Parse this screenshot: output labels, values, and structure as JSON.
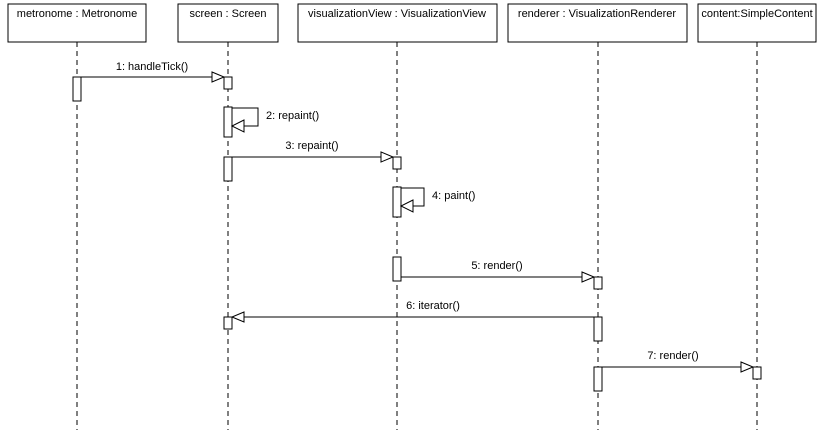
{
  "diagram": {
    "participants": [
      {
        "id": "metronome",
        "label": "metronome : Metronome"
      },
      {
        "id": "screen",
        "label": "screen : Screen"
      },
      {
        "id": "visualizationView",
        "label": "visualizationView : VisualizationView"
      },
      {
        "id": "renderer",
        "label": "renderer : VisualizationRenderer"
      },
      {
        "id": "content",
        "label": "content:SimpleContent"
      }
    ],
    "messages": [
      {
        "label": "1: handleTick()",
        "from": "metronome",
        "to": "screen"
      },
      {
        "label": "2: repaint()",
        "from": "screen",
        "to": "screen"
      },
      {
        "label": "3: repaint()",
        "from": "screen",
        "to": "visualizationView"
      },
      {
        "label": "4: paint()",
        "from": "visualizationView",
        "to": "visualizationView"
      },
      {
        "label": "5: render()",
        "from": "visualizationView",
        "to": "renderer"
      },
      {
        "label": "6: iterator()",
        "from": "renderer",
        "to": "screen"
      },
      {
        "label": "7: render()",
        "from": "renderer",
        "to": "content"
      }
    ]
  }
}
